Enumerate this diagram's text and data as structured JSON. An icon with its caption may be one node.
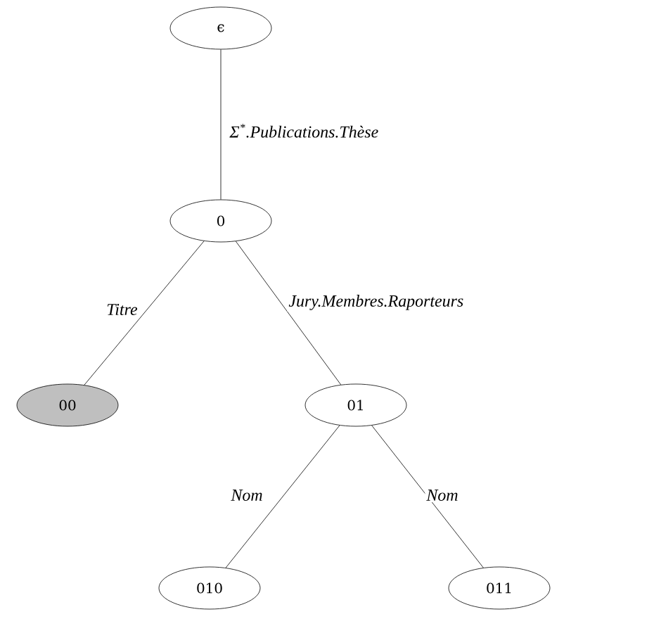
{
  "diagram": {
    "nodes": [
      {
        "text": [
          "ϵ"
        ]
      },
      {
        "text": [
          "0"
        ]
      },
      {
        "text": [
          "00"
        ]
      },
      {
        "text": [
          "01"
        ]
      },
      {
        "text": [
          "010"
        ]
      },
      {
        "text": [
          "011"
        ]
      }
    ],
    "edges": [
      {
        "from": 0,
        "to": 1,
        "arrow": "none",
        "label": "Σ$^{*}$.Publications.Thèse"
      },
      {
        "from": 1,
        "to": 2,
        "arrow": "none",
        "label": "Titre"
      },
      {
        "from": 1,
        "to": 3,
        "arrow": "none",
        "label": "Jury.Membres.Raporteurs"
      },
      {
        "from": 3,
        "to": 4,
        "arrow": "none",
        "label": "Nom"
      },
      {
        "from": 3,
        "to": 5,
        "arrow": "none",
        "label": "Nom"
      }
    ]
  }
}
